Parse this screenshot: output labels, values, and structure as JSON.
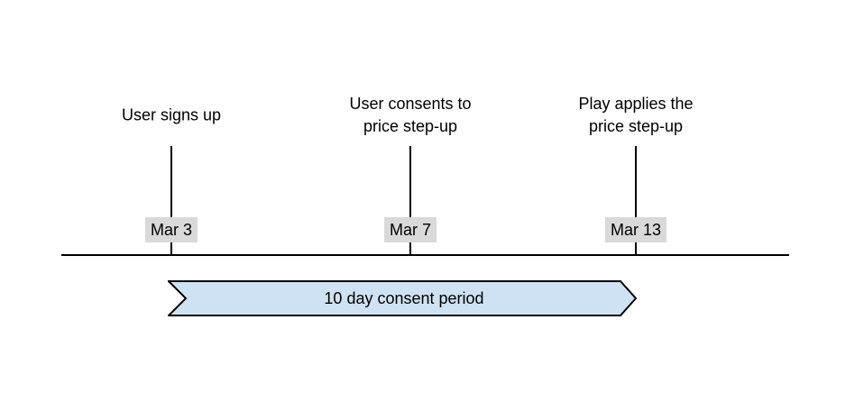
{
  "timeline": {
    "events": [
      {
        "label": "User signs up",
        "date": "Mar 3"
      },
      {
        "label": "User consents to\nprice step-up",
        "date": "Mar 7"
      },
      {
        "label": "Play applies the\nprice step-up",
        "date": "Mar 13"
      }
    ],
    "banner": {
      "label": "10 day consent period"
    }
  },
  "colors": {
    "background": "#ffffff",
    "text": "#000000",
    "line": "#000000",
    "date_label_background": "#d9d9d9",
    "banner_fill": "#cfe2f3",
    "banner_stroke": "#000000"
  }
}
